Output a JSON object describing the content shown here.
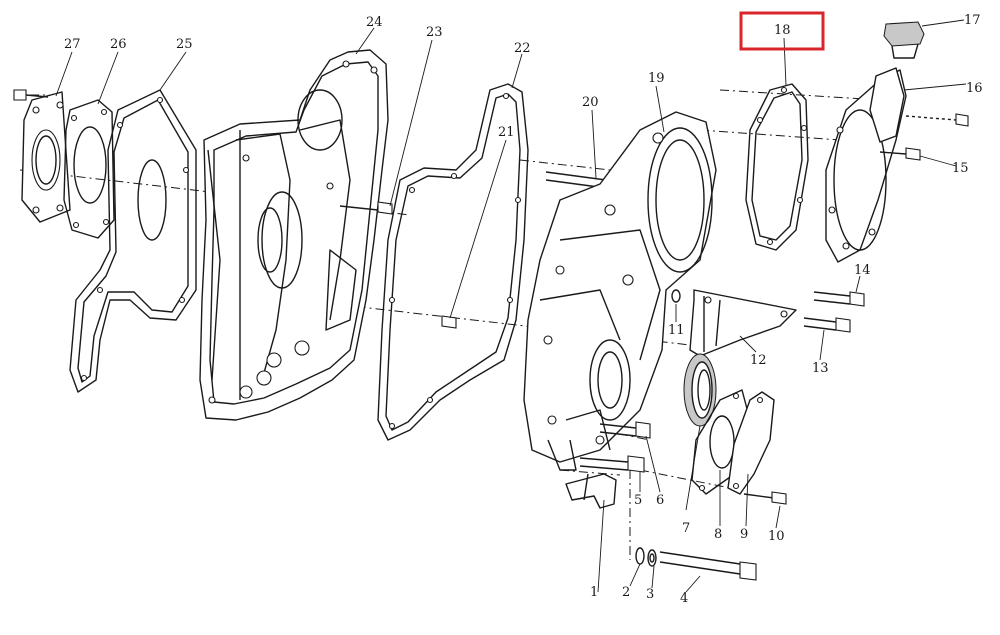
{
  "highlight": {
    "part_number": "18",
    "color": "#d9262b"
  },
  "callouts": [
    "1",
    "2",
    "3",
    "4",
    "5",
    "6",
    "7",
    "8",
    "9",
    "10",
    "11",
    "12",
    "13",
    "14",
    "15",
    "16",
    "17",
    "18",
    "19",
    "20",
    "21",
    "22",
    "23",
    "24",
    "25",
    "26",
    "27"
  ]
}
